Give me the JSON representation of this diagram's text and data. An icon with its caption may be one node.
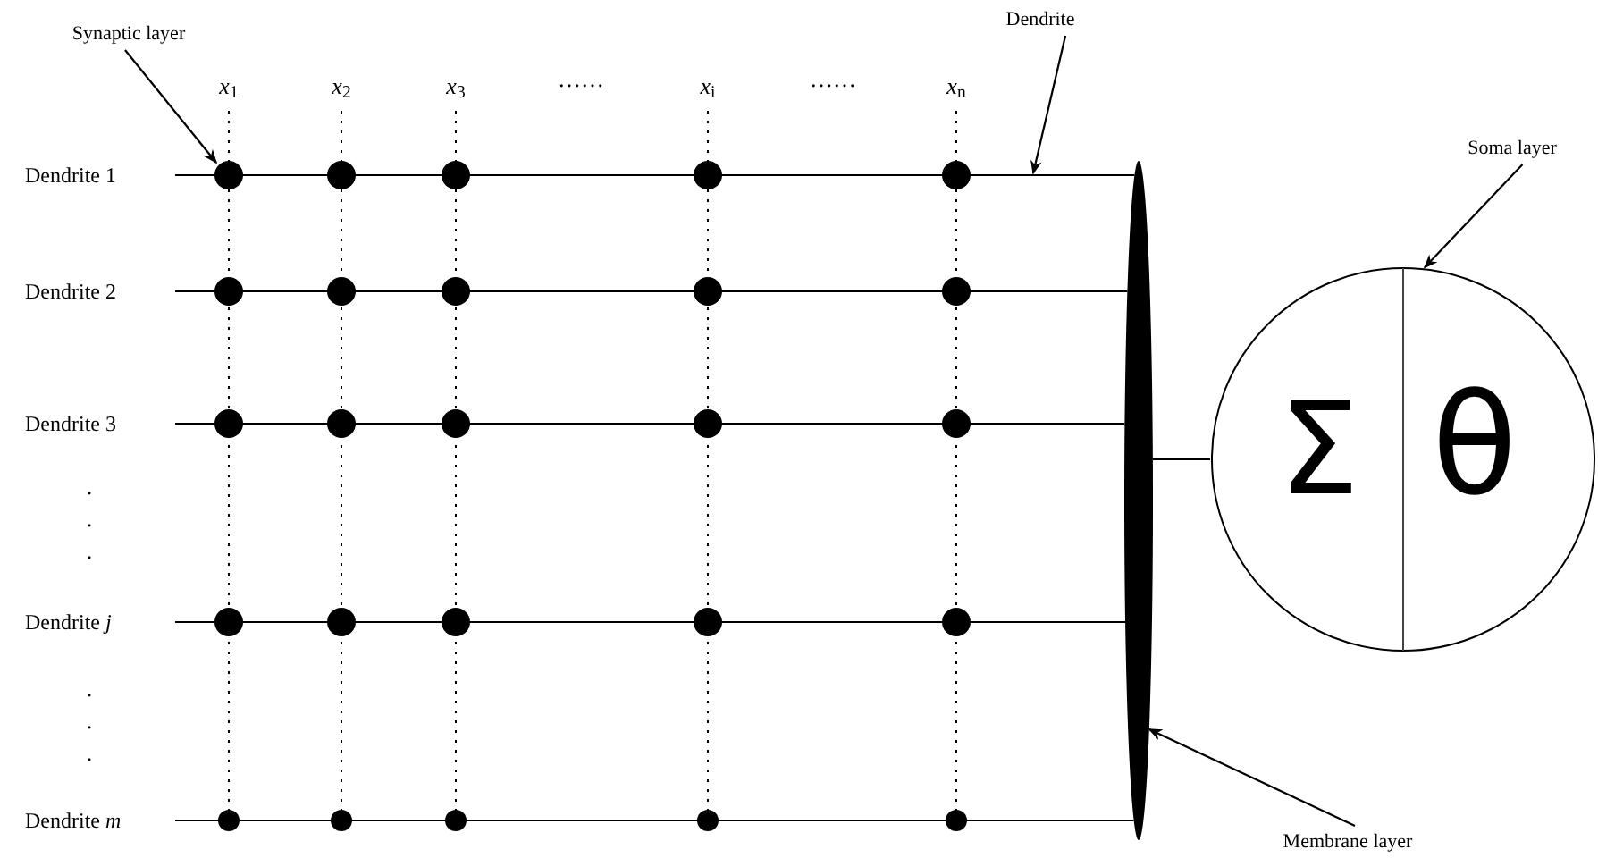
{
  "diagram": {
    "nodes": [
      {
        "text": [
          "Dendrite 1"
        ]
      },
      {
        "text": [
          "Dendrite 2"
        ]
      },
      {
        "text": [
          "Dendrite 3"
        ]
      },
      {
        "text": [
          "Dendrite *j*"
        ]
      },
      {
        "text": [
          "Dendrite *m*"
        ]
      },
      {
        "text": [],
        "shape": "ellipse"
      },
      {
        "text": [
          "Σ",
          "θ"
        ]
      },
      {
        "text": [
          "Synaptic layer"
        ]
      },
      {
        "text": [
          "Dendrite"
        ]
      },
      {
        "text": [
          "Soma layer"
        ]
      },
      {
        "text": [
          "Membrane layer"
        ]
      }
    ],
    "edges": [
      {
        "from": 0,
        "to": 5,
        "arrow": "none"
      },
      {
        "from": 1,
        "to": 5,
        "arrow": "none"
      },
      {
        "from": 2,
        "to": 5,
        "arrow": "none"
      },
      {
        "from": 3,
        "to": 5,
        "arrow": "none"
      },
      {
        "from": 4,
        "to": 5,
        "arrow": "none"
      },
      {
        "from": 5,
        "to": 6,
        "arrow": "none"
      },
      {
        "from": 7,
        "to": null,
        "arrow": "to"
      },
      {
        "from": 8,
        "to": null,
        "arrow": "to"
      },
      {
        "from": 9,
        "to": 6,
        "arrow": "to"
      },
      {
        "from": 10,
        "to": 5,
        "arrow": "to"
      }
    ],
    "labels": [
      "*x*$_{1}$",
      "*x*$_{2}$",
      "*x*$_{3}$",
      "……",
      "*x*$_{i}$",
      "……",
      "*x*$_{n}$",
      ".",
      ".",
      ".",
      ".",
      ".",
      "."
    ]
  }
}
